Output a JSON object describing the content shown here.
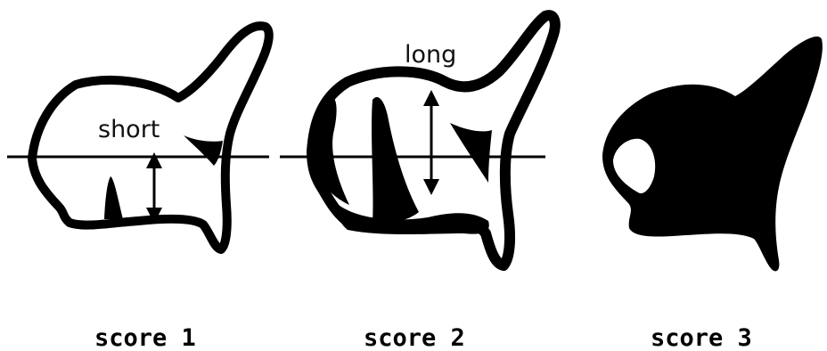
{
  "panels": [
    {
      "label": "score 1",
      "annotation": "short"
    },
    {
      "label": "score 2",
      "annotation": "long"
    },
    {
      "label": "score 3"
    }
  ],
  "colors": {
    "ink": "#000000",
    "background": "#ffffff"
  }
}
